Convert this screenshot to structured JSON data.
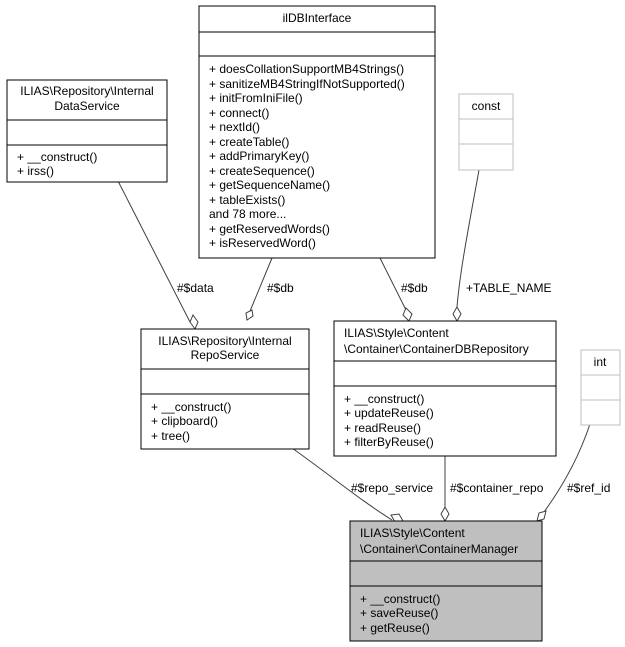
{
  "classes": {
    "idb": {
      "title": "ilDBInterface",
      "methods": [
        "+ doesCollationSupportMB4Strings()",
        "+ sanitizeMB4StringIfNotSupported()",
        "+ initFromIniFile()",
        "+ connect()",
        "+ nextId()",
        "+ createTable()",
        "+ addPrimaryKey()",
        "+ createSequence()",
        "+ getSequenceName()",
        "+ tableExists()",
        "and 78 more...",
        "+ getReservedWords()",
        "+ isReservedWord()"
      ]
    },
    "dataservice": {
      "title_lines": [
        "ILIAS\\Repository\\Internal",
        "DataService"
      ],
      "methods": [
        "+ __construct()",
        "+ irss()"
      ]
    },
    "const": {
      "title": "const"
    },
    "reposervice": {
      "title_lines": [
        "ILIAS\\Repository\\Internal",
        "RepoService"
      ],
      "methods": [
        "+ __construct()",
        "+ clipboard()",
        "+ tree()"
      ]
    },
    "containerdb": {
      "title_lines": [
        "ILIAS\\Style\\Content",
        "\\Container\\ContainerDBRepository"
      ],
      "methods": [
        "+ __construct()",
        "+ updateReuse()",
        "+ readReuse()",
        "+ filterByReuse()"
      ]
    },
    "int": {
      "title": "int"
    },
    "manager": {
      "title_lines": [
        "ILIAS\\Style\\Content",
        "\\Container\\ContainerManager"
      ],
      "methods": [
        "+ __construct()",
        "+ saveReuse()",
        "+ getReuse()"
      ]
    }
  },
  "edges": {
    "data": "#$data",
    "db_left": "#$db",
    "db_right": "#$db",
    "table_name": "+TABLE_NAME",
    "repo_service": "#$repo_service",
    "container_repo": "#$container_repo",
    "ref_id": "#$ref_id"
  }
}
